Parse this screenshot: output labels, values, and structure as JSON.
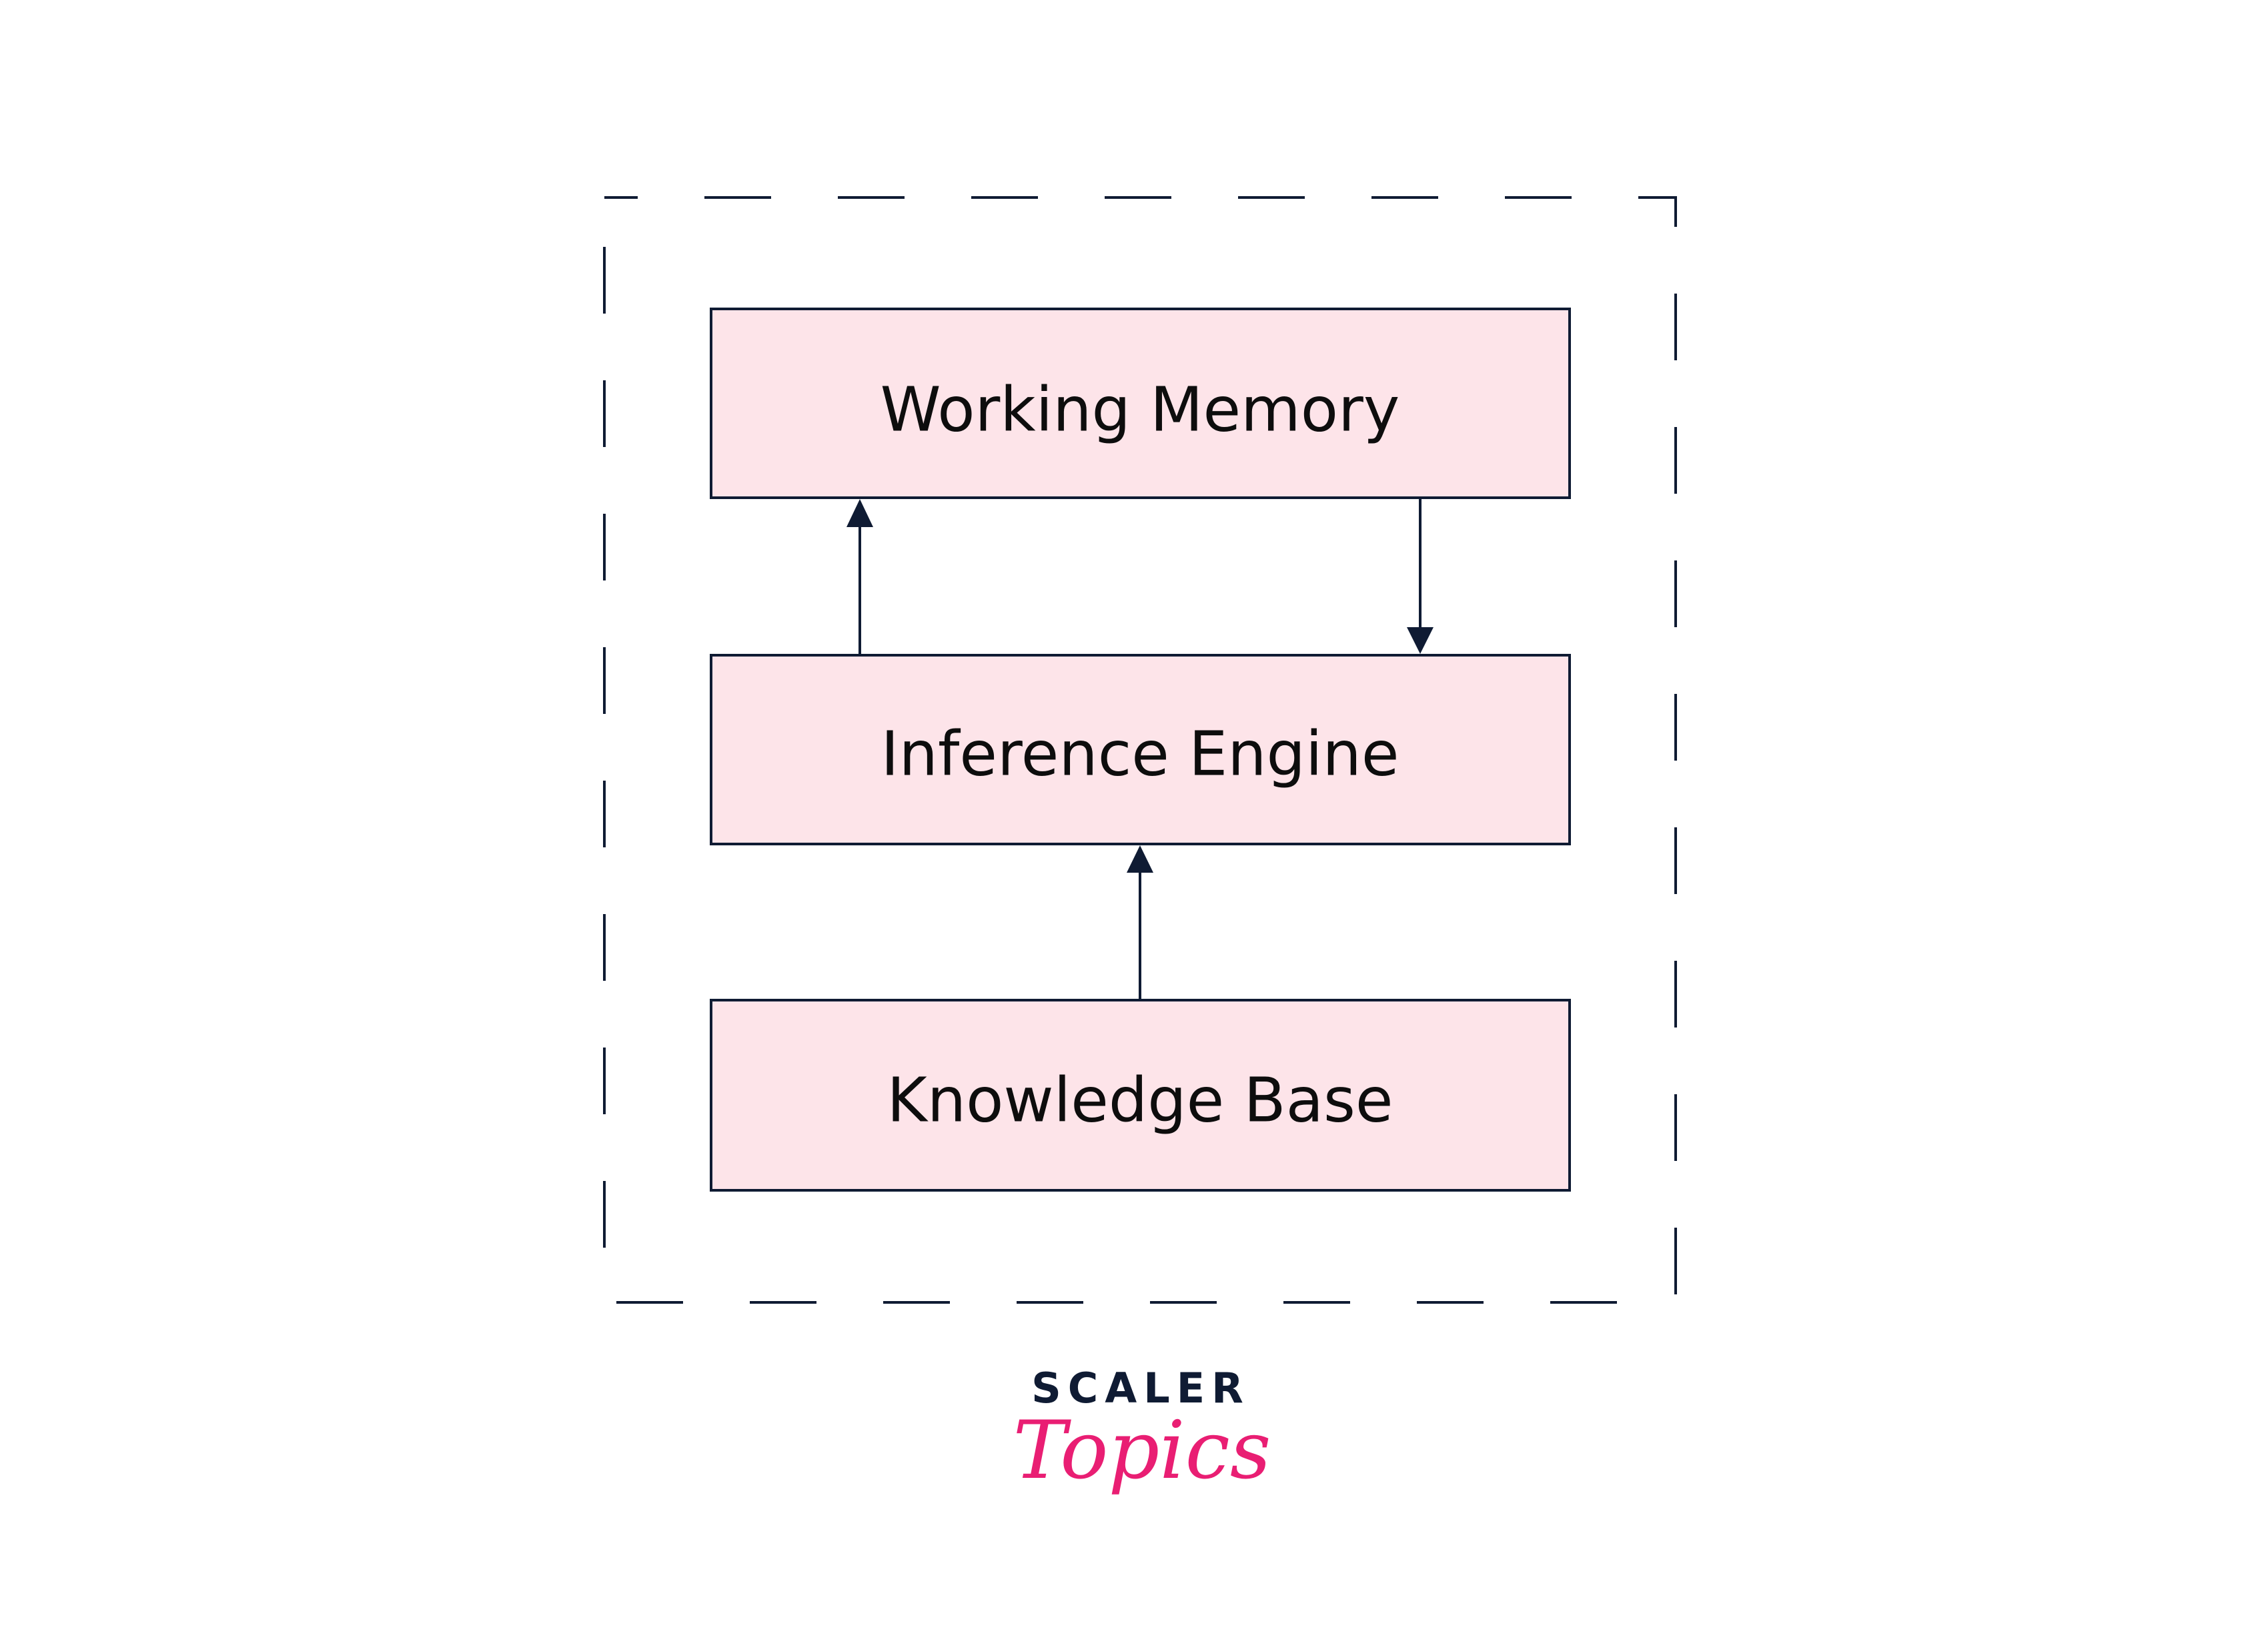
{
  "diagram": {
    "title": "Expert System Architecture",
    "nodes": [
      {
        "id": "working_memory",
        "label": "Working Memory"
      },
      {
        "id": "inference_engine",
        "label": "Inference Engine"
      },
      {
        "id": "knowledge_base",
        "label": "Knowledge Base"
      }
    ],
    "edges": [
      {
        "from": "inference_engine",
        "to": "working_memory"
      },
      {
        "from": "working_memory",
        "to": "inference_engine"
      },
      {
        "from": "knowledge_base",
        "to": "inference_engine"
      }
    ]
  },
  "logo": {
    "line1": "SCALER",
    "line2": "Topics"
  },
  "colors": {
    "box_fill": "#fde4e9",
    "stroke": "#0f1b33",
    "logo_dark": "#0f1b33",
    "logo_pink": "#e91e73"
  }
}
